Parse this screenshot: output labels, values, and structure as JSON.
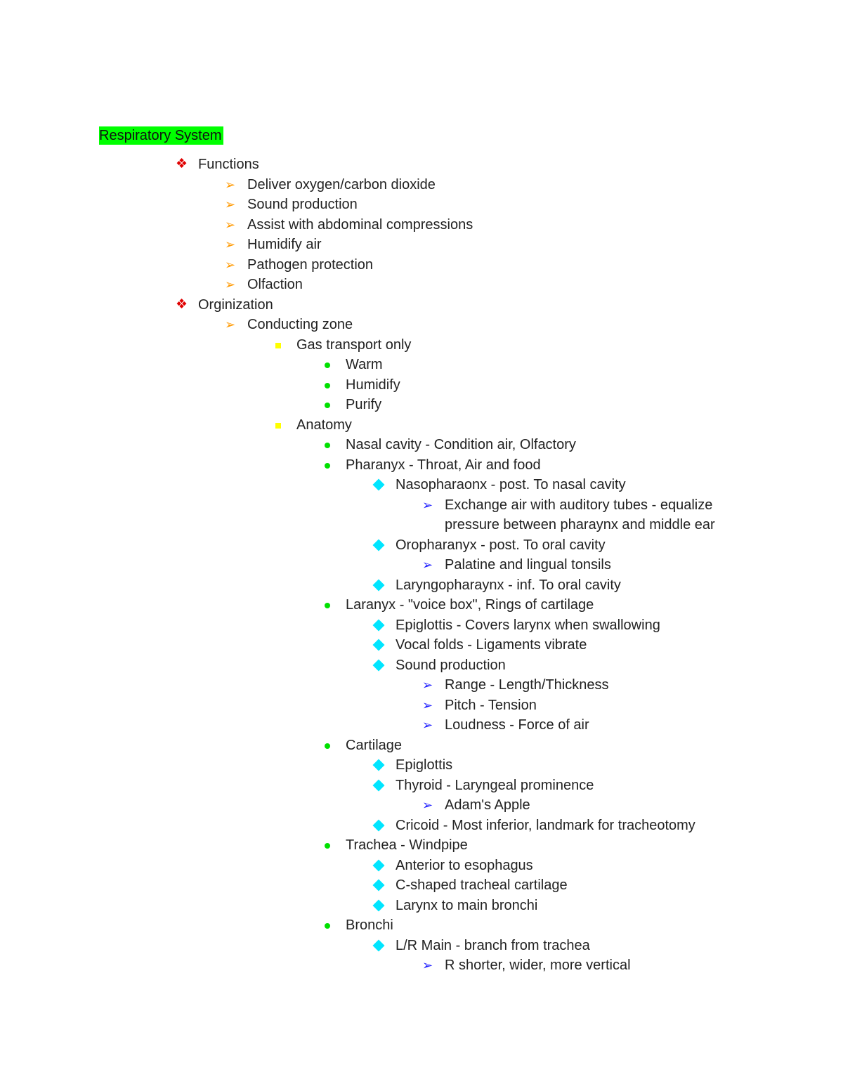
{
  "title": "Respiratory System",
  "colors": {
    "highlight": "#00ff00",
    "level1_bullet": "#e00000",
    "level2_bullet": "#ff9900",
    "level3_bullet": "#ffff00",
    "level4_bullet": "#00e000",
    "level5_bullet": "#00e5ff",
    "level6_bullet": "#1a1aff"
  },
  "outline": [
    {
      "level": 1,
      "text": "Functions"
    },
    {
      "level": 2,
      "text": "Deliver oxygen/carbon dioxide"
    },
    {
      "level": 2,
      "text": "Sound production"
    },
    {
      "level": 2,
      "text": "Assist with abdominal compressions"
    },
    {
      "level": 2,
      "text": "Humidify air"
    },
    {
      "level": 2,
      "text": "Pathogen protection"
    },
    {
      "level": 2,
      "text": "Olfaction"
    },
    {
      "level": 1,
      "text": "Orginization"
    },
    {
      "level": 2,
      "text": "Conducting zone"
    },
    {
      "level": 3,
      "text": "Gas transport only"
    },
    {
      "level": 4,
      "text": "Warm"
    },
    {
      "level": 4,
      "text": "Humidify"
    },
    {
      "level": 4,
      "text": "Purify"
    },
    {
      "level": 3,
      "text": "Anatomy"
    },
    {
      "level": 4,
      "text": "Nasal cavity - Condition air, Olfactory"
    },
    {
      "level": 4,
      "text": "Pharanyx - Throat, Air and food"
    },
    {
      "level": 5,
      "text": "Nasopharaonx - post. To nasal cavity"
    },
    {
      "level": 6,
      "text": "Exchange air with auditory tubes - equalize"
    },
    {
      "level": 6,
      "text": "pressure between pharaynx and middle ear",
      "continuation": true
    },
    {
      "level": 5,
      "text": "Oropharanyx - post. To oral cavity"
    },
    {
      "level": 6,
      "text": "Palatine and lingual tonsils"
    },
    {
      "level": 5,
      "text": "Laryngopharaynx - inf. To oral cavity"
    },
    {
      "level": 4,
      "text": "Laranyx - \"voice box\", Rings of cartilage"
    },
    {
      "level": 5,
      "text": "Epiglottis - Covers larynx when swallowing"
    },
    {
      "level": 5,
      "text": "Vocal folds - Ligaments vibrate"
    },
    {
      "level": 5,
      "text": "Sound production"
    },
    {
      "level": 6,
      "text": "Range - Length/Thickness"
    },
    {
      "level": 6,
      "text": "Pitch - Tension"
    },
    {
      "level": 6,
      "text": "Loudness - Force of air"
    },
    {
      "level": 4,
      "text": "Cartilage"
    },
    {
      "level": 5,
      "text": "Epiglottis"
    },
    {
      "level": 5,
      "text": "Thyroid - Laryngeal prominence"
    },
    {
      "level": 6,
      "text": "Adam's Apple"
    },
    {
      "level": 5,
      "text": "Cricoid - Most inferior, landmark for tracheotomy"
    },
    {
      "level": 4,
      "text": "Trachea - Windpipe"
    },
    {
      "level": 5,
      "text": "Anterior to esophagus"
    },
    {
      "level": 5,
      "text": "C-shaped tracheal cartilage"
    },
    {
      "level": 5,
      "text": "Larynx to main bronchi"
    },
    {
      "level": 4,
      "text": "Bronchi"
    },
    {
      "level": 5,
      "text": "L/R Main - branch from trachea"
    },
    {
      "level": 6,
      "text": "R shorter, wider, more vertical"
    }
  ]
}
